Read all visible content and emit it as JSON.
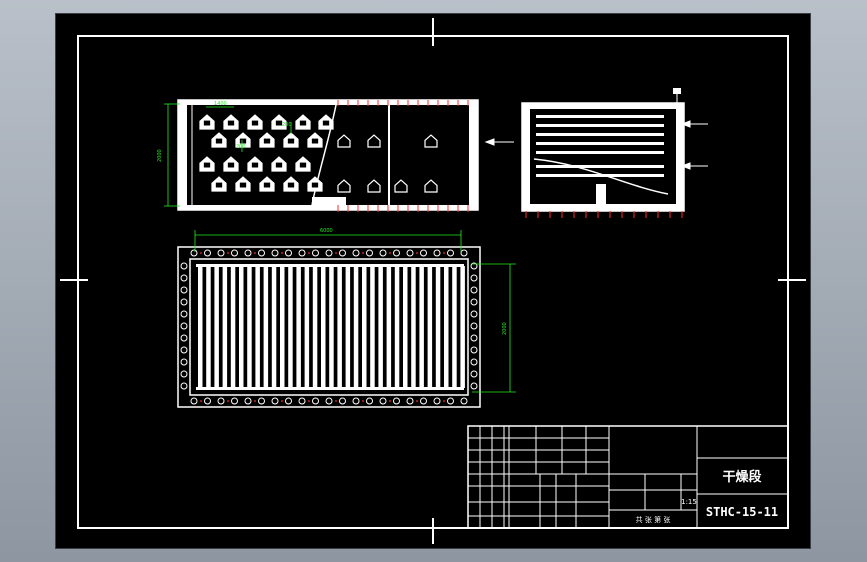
{
  "drawing": {
    "top_view_width_dim": "1400",
    "top_view_height_dim": "2000",
    "side_dim_a": "200",
    "side_dim_b": "200",
    "side_dim_c": "2000",
    "plan_width_dim": "6000",
    "plan_height_dim": "2000"
  },
  "title_block": {
    "drawing_title": "干燥段",
    "drawing_number": "STHC-15-11",
    "scale_label": "1:15",
    "sheet_label": "共 张 第 张"
  },
  "colors": {
    "frame": "#ffffff",
    "dimension": "#22ee22",
    "marker": "#ff2a2a",
    "sheet": "#000000"
  }
}
